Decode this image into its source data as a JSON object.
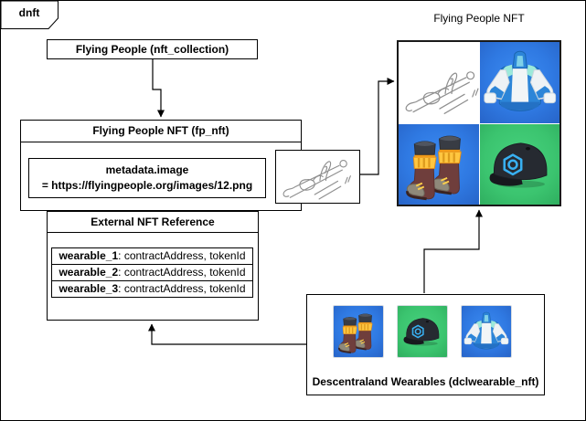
{
  "frame": {
    "label": "dnft"
  },
  "collection": {
    "title": "Flying People (nft_collection)"
  },
  "fp_nft": {
    "title": "Flying People NFT (fp_nft)",
    "metadata": {
      "line1": "metadata.image",
      "line2": "= https://flyingpeople.org/images/12.png"
    }
  },
  "external_ref": {
    "title": "External NFT Reference",
    "rows": [
      {
        "name": "wearable_1",
        "value": ": contractAddress, tokenId"
      },
      {
        "name": "wearable_2",
        "value": ": contractAddress, tokenId"
      },
      {
        "name": "wearable_3",
        "value": ": contractAddress, tokenId"
      }
    ]
  },
  "preview": {
    "title": "Flying People NFT",
    "tiles": [
      "sketch-image",
      "jacket-image",
      "boots-image",
      "cap-image"
    ]
  },
  "wearables": {
    "title": "Descentraland Wearables (dclwearable_nft)",
    "tiles": [
      "boots-image",
      "cap-image",
      "jacket-image"
    ]
  },
  "colors": {
    "line": "#000000",
    "tile_blue": "#2f79e2",
    "tile_green": "#3bc46f",
    "jacket_blue": "#2c85d8",
    "jacket_mint": "#9ce9da",
    "boots_gold": "#ffc640",
    "boots_maroon": "#6f3e3c",
    "cap_black": "#262a31",
    "logo_cyan": "#38b0f2",
    "sketch_stroke": "#8f8f8f"
  }
}
